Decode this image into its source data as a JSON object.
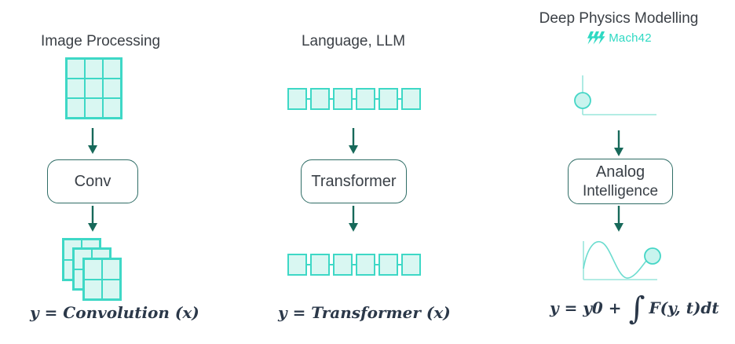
{
  "colors": {
    "cyan_border": "#3ed8c6",
    "cyan_fill": "#d9f7f2",
    "light_axis": "#9ae6dc",
    "wave_stroke": "#6cdccf",
    "arrow_green": "#17695a",
    "box_border": "#2f6d66",
    "title_text": "#3b4046",
    "formula_text": "#2b3849",
    "brand_teal": "#2ed9c3"
  },
  "columns": [
    {
      "title": "Image Processing",
      "input_graphic": "3x3-grid",
      "box_label": "Conv",
      "output_graphic": "stacked-2x2-feature-maps",
      "stack_count": 3,
      "formula": "y = Convolution (x)"
    },
    {
      "title": "Language, LLM",
      "input_graphic": "token-sequence",
      "token_count": 6,
      "box_label": "Transformer",
      "output_graphic": "token-sequence",
      "formula": "y = Transformer (x)"
    },
    {
      "title": "Deep Physics Modelling",
      "brand": "Mach42",
      "input_graphic": "initial-condition-axes",
      "box_label_line1": "Analog",
      "box_label_line2": "Intelligence",
      "output_graphic": "trajectory-curve-with-state",
      "formula_prefix": "y = y0 +",
      "formula_integral": "∫",
      "formula_suffix": "F(y, t)dt"
    }
  ]
}
